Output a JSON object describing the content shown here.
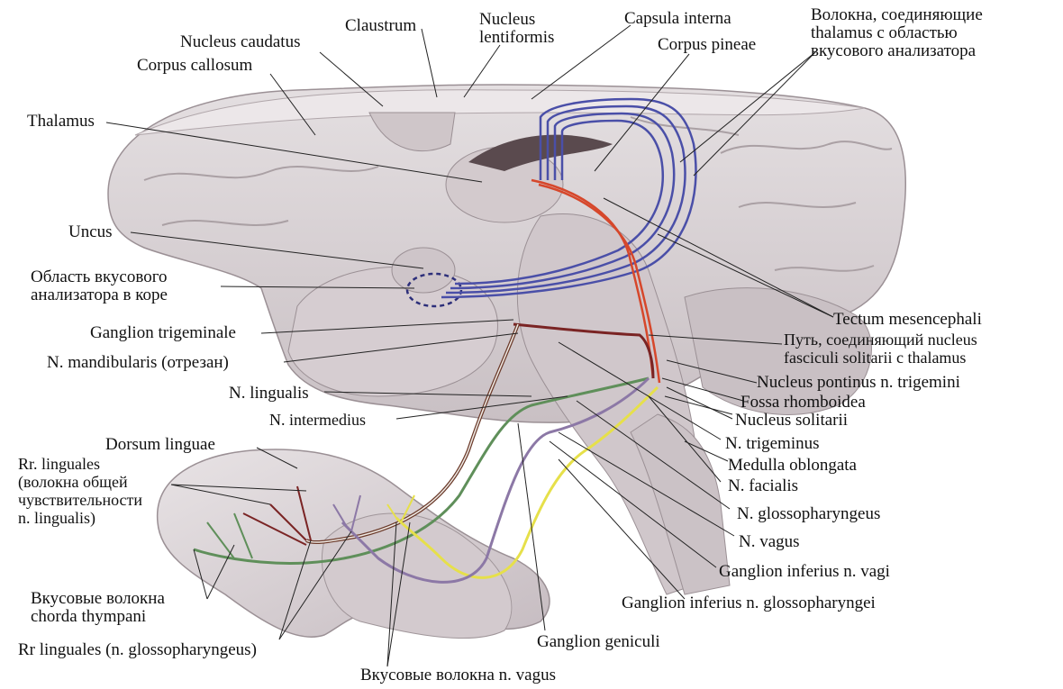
{
  "labels": {
    "claustrum": "Claustrum",
    "nucleus_lentiformis": "Nucleus\nlentiformis",
    "capsula_interna": "Capsula interna",
    "volokna_thalamus": "Волокна, соединяющие\nthalamus с областью\nвкусового анализатора",
    "nucleus_caudatus": "Nucleus caudatus",
    "corpus_pineae": "Corpus pineae",
    "corpus_callosum": "Corpus callosum",
    "thalamus": "Thalamus",
    "uncus": "Uncus",
    "oblast": "Область вкусового\nанализатора в коре",
    "ganglion_trigeminale": "Ganglion trigeminale",
    "n_mandibularis": "N. mandibularis (отрезан)",
    "n_lingualis": "N. lingualis",
    "n_intermedius": "N. intermedius",
    "dorsum_linguae": "Dorsum linguae",
    "rr_linguales_general": "Rr. linguales\n(волокна общей\nчувствительности\nn. lingualis)",
    "vkusovye_chorda": "Вкусовые волокна\nchorda thympani",
    "rr_linguales_glosso": "Rr  linguales (n. glossopharyngeus)",
    "vkusovye_vagus": "Вкусовые волокна  n. vagus",
    "ganglion_geniculi": "Ganglion geniculi",
    "ganglion_inf_glosso": "Ganglion inferius  n. glossopharyngei",
    "ganglion_inf_vagi": "Ganglion inferius n. vagi",
    "n_vagus": "N. vagus",
    "n_glossopharyngeus": "N. glossopharyngeus",
    "n_facialis": "N. facialis",
    "medulla_oblongata": "Medulla oblongata",
    "n_trigeminus": "N. trigeminus",
    "nucleus_solitarii": "Nucleus solitarii",
    "fossa_rhomboidea": "Fossa rhomboidea",
    "nucleus_pontinus": "Nucleus pontinus n. trigemini",
    "put": "Путь, соединяющий nucleus\nfasciculi solitarii с thalamus",
    "tectum": "Tectum mesencephali"
  },
  "colors": {
    "background": "#ffffff",
    "brain": "#d9d2d4",
    "brain_shadow": "#b3a9ad",
    "blue_fibers": "#4a4fa8",
    "red_fibers": "#d6472b",
    "dark_red": "#7a2424",
    "green": "#5f8f5a",
    "yellow": "#e6e04a",
    "purple": "#8c78a6"
  }
}
